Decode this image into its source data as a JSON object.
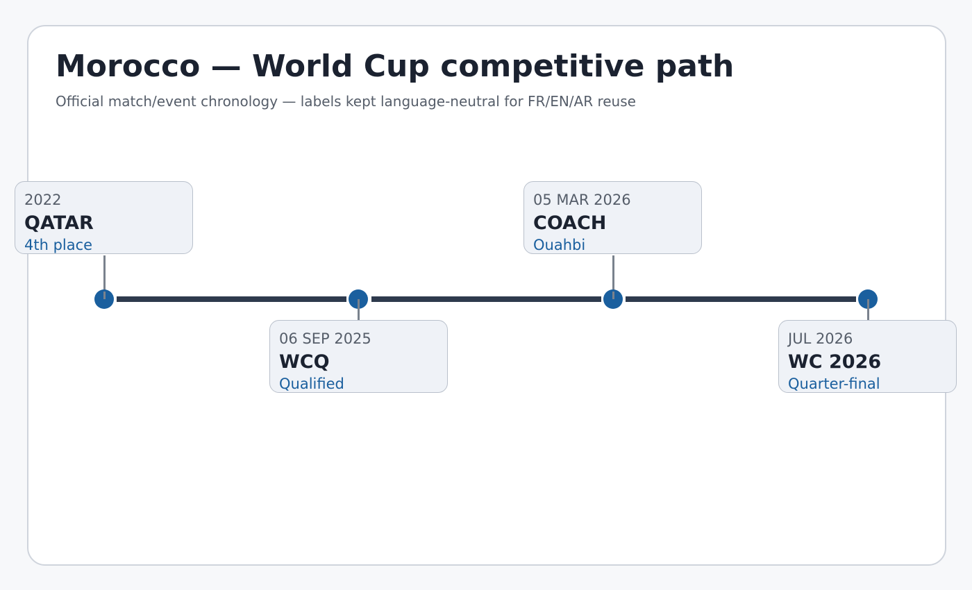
{
  "header": {
    "title": "Morocco — World Cup competitive path",
    "subtitle": "Official match/event chronology — labels kept language-neutral for FR/EN/AR reuse"
  },
  "timeline": {
    "events": [
      {
        "date": "2022",
        "title": "QATAR",
        "detail": "4th place",
        "position": "above"
      },
      {
        "date": "06 SEP 2025",
        "title": "WCQ",
        "detail": "Qualified",
        "position": "below"
      },
      {
        "date": "05 MAR 2026",
        "title": "COACH",
        "detail": "Ouahbi",
        "position": "above"
      },
      {
        "date": "JUL 2026",
        "title": "WC 2026",
        "detail": "Quarter-final",
        "position": "below"
      }
    ]
  },
  "colors": {
    "line": "#2e3a4d",
    "marker": "#1a5f9e",
    "detail_text": "#1a5f9e",
    "box_fill": "#eff2f7",
    "box_border": "#b9c0cb"
  }
}
